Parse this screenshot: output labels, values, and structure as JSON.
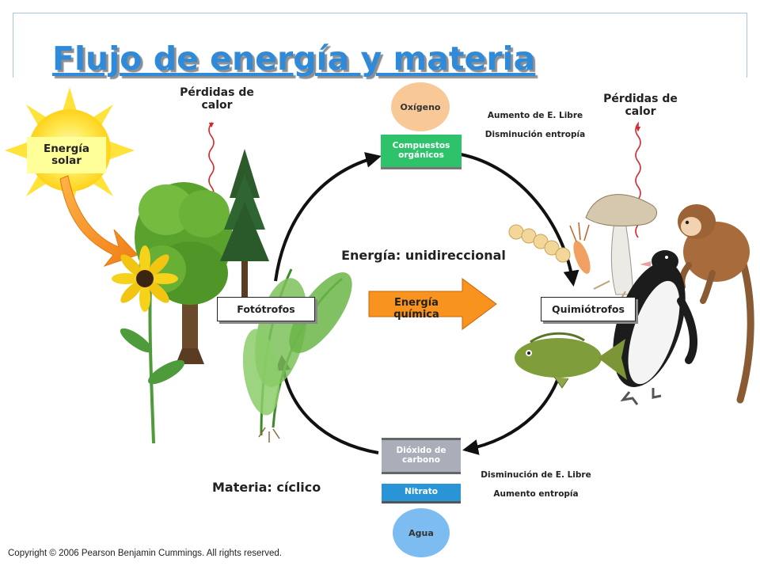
{
  "title": "Flujo de energía y materia",
  "labels": {
    "energia_solar": "Energía solar",
    "perdidas_left": "Pérdidas de calor",
    "perdidas_right": "Pérdidas de calor",
    "oxigeno": "Oxígeno",
    "compuestos": "Compuestos orgánicos",
    "aumento_libre": "Aumento de E. Libre",
    "disminucion_entropia": "Disminución entropía",
    "energia_unidireccional": "Energía: unidireccional",
    "energia_quimica": "Energía química",
    "fototrofos": "Fotótrofos",
    "quimiotrofos": "Quimiótrofos",
    "dioxido": "Dióxido de carbono",
    "nitrato": "Nitrato",
    "agua": "Agua",
    "disminucion_libre": "Disminución de E. Libre",
    "aumento_entropia": "Aumento entropía",
    "materia_ciclico": "Materia: cíclico",
    "copyright": "Copyright © 2006 Pearson Benjamin Cummings. All rights reserved."
  },
  "colors": {
    "title": "#2f8bd9",
    "sun": "#ffe23a",
    "solar_box": "#ffff99",
    "orange_arrow": "#f7931e",
    "oxygen_circle": "#f9c897",
    "organic_box": "#2ec36b",
    "co2_box": "#a9aeb8",
    "nitrate_box": "#2a95d6",
    "water_circle": "#7cbcf0",
    "heat_wave": "#d6282c"
  }
}
